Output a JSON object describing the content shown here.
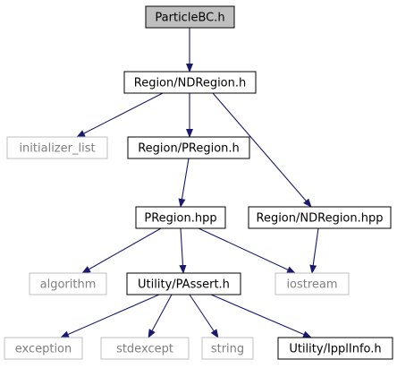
{
  "nodes": [
    {
      "id": "particlebc",
      "label": "ParticleBC.h",
      "kind": "root",
      "fill": "#bfbfbf",
      "stroke": "#000000",
      "text": "#000000"
    },
    {
      "id": "ndregion_h",
      "label": "Region/NDRegion.h",
      "kind": "header",
      "fill": "#ffffff",
      "stroke": "#000000",
      "text": "#000000"
    },
    {
      "id": "initializer_list",
      "label": "initializer_list",
      "kind": "system",
      "fill": "#ffffff",
      "stroke": "#bfbfbf",
      "text": "#7f7f7f"
    },
    {
      "id": "pregion_h",
      "label": "Region/PRegion.h",
      "kind": "header",
      "fill": "#ffffff",
      "stroke": "#000000",
      "text": "#000000"
    },
    {
      "id": "pregion_hpp",
      "label": "PRegion.hpp",
      "kind": "header",
      "fill": "#ffffff",
      "stroke": "#000000",
      "text": "#000000"
    },
    {
      "id": "ndregion_hpp",
      "label": "Region/NDRegion.hpp",
      "kind": "header",
      "fill": "#ffffff",
      "stroke": "#000000",
      "text": "#000000"
    },
    {
      "id": "algorithm",
      "label": "algorithm",
      "kind": "system",
      "fill": "#ffffff",
      "stroke": "#bfbfbf",
      "text": "#7f7f7f"
    },
    {
      "id": "passert",
      "label": "Utility/PAssert.h",
      "kind": "header",
      "fill": "#ffffff",
      "stroke": "#000000",
      "text": "#000000"
    },
    {
      "id": "iostream",
      "label": "iostream",
      "kind": "system",
      "fill": "#ffffff",
      "stroke": "#bfbfbf",
      "text": "#7f7f7f"
    },
    {
      "id": "exception",
      "label": "exception",
      "kind": "system",
      "fill": "#ffffff",
      "stroke": "#bfbfbf",
      "text": "#7f7f7f"
    },
    {
      "id": "stdexcept",
      "label": "stdexcept",
      "kind": "system",
      "fill": "#ffffff",
      "stroke": "#bfbfbf",
      "text": "#7f7f7f"
    },
    {
      "id": "string",
      "label": "string",
      "kind": "system",
      "fill": "#ffffff",
      "stroke": "#bfbfbf",
      "text": "#7f7f7f"
    },
    {
      "id": "ipplinfo",
      "label": "Utility/IpplInfo.h",
      "kind": "header",
      "fill": "#ffffff",
      "stroke": "#000000",
      "text": "#000000"
    }
  ],
  "edges": [
    {
      "from": "particlebc",
      "to": "ndregion_h"
    },
    {
      "from": "ndregion_h",
      "to": "initializer_list"
    },
    {
      "from": "ndregion_h",
      "to": "pregion_h"
    },
    {
      "from": "ndregion_h",
      "to": "ndregion_hpp"
    },
    {
      "from": "pregion_h",
      "to": "pregion_hpp"
    },
    {
      "from": "pregion_hpp",
      "to": "algorithm"
    },
    {
      "from": "pregion_hpp",
      "to": "passert"
    },
    {
      "from": "pregion_hpp",
      "to": "iostream"
    },
    {
      "from": "ndregion_hpp",
      "to": "iostream"
    },
    {
      "from": "passert",
      "to": "exception"
    },
    {
      "from": "passert",
      "to": "stdexcept"
    },
    {
      "from": "passert",
      "to": "string"
    },
    {
      "from": "passert",
      "to": "ipplinfo"
    }
  ],
  "edge_color": "#191970"
}
